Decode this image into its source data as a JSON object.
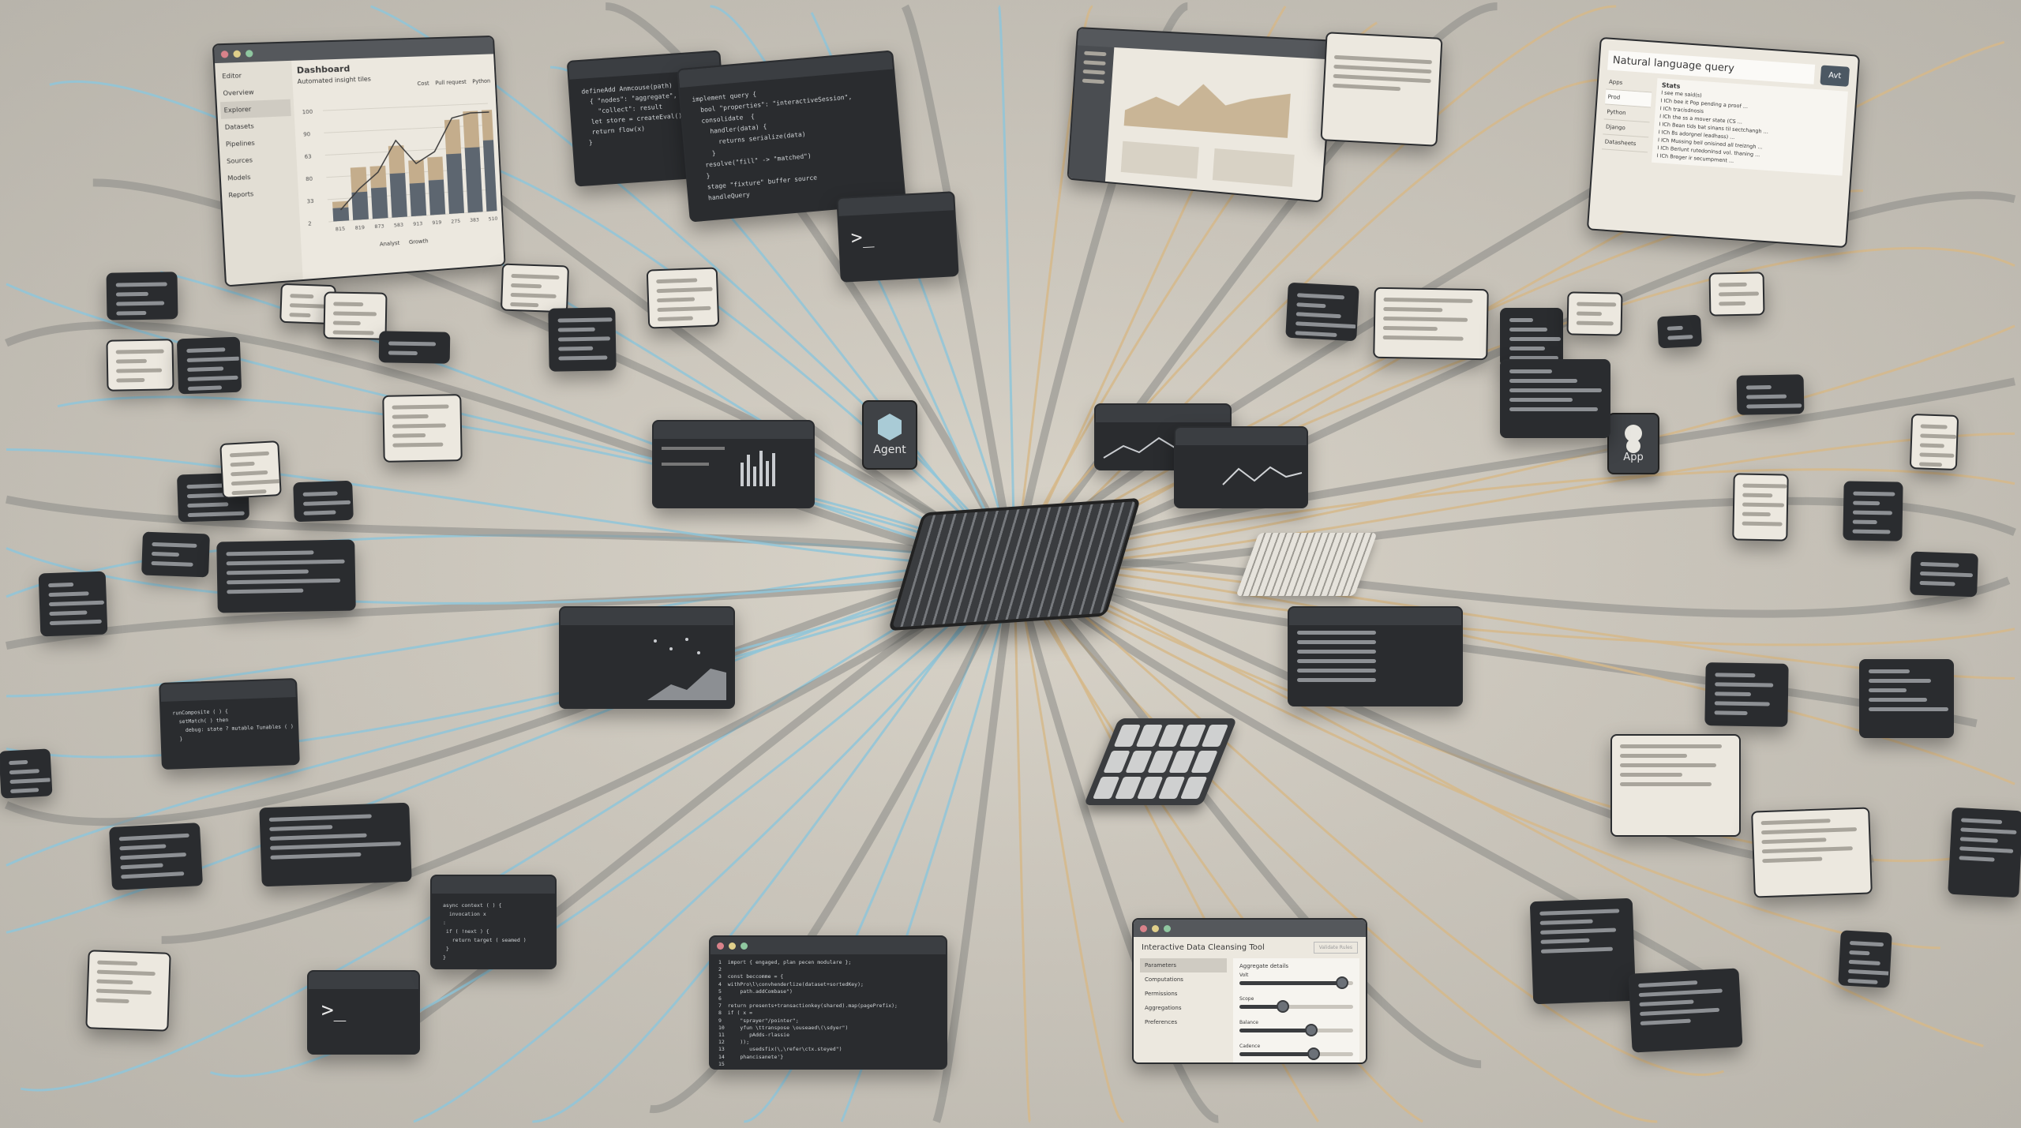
{
  "colors": {
    "flow_left": "#8fc6d9",
    "flow_right": "#d6b98a",
    "trunk": "#8a8a86",
    "chip": "#3a3c3f"
  },
  "dashboard": {
    "title": "Dashboard",
    "subtitle": "Automated insight tiles",
    "sidebar": [
      "Editor",
      "Overview",
      "Explorer",
      "Datasets",
      "Pipelines",
      "Sources",
      "Models",
      "Reports"
    ],
    "legend_top": [
      "Cost",
      "Pull request",
      "Python"
    ],
    "legend_bottom": [
      "Analyst",
      "Growth"
    ],
    "y_ticks": [
      "2",
      "33",
      "80",
      "63",
      "90",
      "100"
    ],
    "x_ticks": [
      "815",
      "819",
      "873",
      "583",
      "913",
      "919",
      "275",
      "383",
      "510"
    ],
    "bars_dark": [
      12,
      25,
      28,
      40,
      30,
      32,
      55,
      60,
      66
    ],
    "bars_light": [
      8,
      32,
      28,
      36,
      30,
      30,
      45,
      48,
      40
    ],
    "line": [
      10,
      28,
      42,
      70,
      48,
      58,
      88,
      92,
      92
    ]
  },
  "agent": {
    "label": "Agent",
    "icon": "hexagon-icon"
  },
  "app": {
    "label": "App",
    "icon": "user-icon"
  },
  "nl_query": {
    "input": "Natural language query",
    "button": "Avt",
    "sidebar": [
      "Apps",
      "Prod",
      "Python",
      "Django",
      "Datasheets"
    ],
    "panel_title": "Stats",
    "rows": [
      "I see me said(s)",
      "I ICh bee it Pop pending a proof ...",
      "I ICh tracisdnosis",
      "I ICh the ss a mover state (CS ...",
      "I ICh Bean tids bat sinans til sectchangh ...",
      "I ICh Bs adorgnel leadhass) ...",
      "I ICh Mussing beil onisined all treizngh ...",
      "I ICh Berlunt rutedoninsd vol. thaning ...",
      "I ICh Breger ir secumpment ..."
    ]
  },
  "cleansing": {
    "title": "Interactive Data Cleansing Tool",
    "action": "Validate Rules",
    "sidebar": [
      "Parameters",
      "Computations",
      "Permissions",
      "Aggregations",
      "Preferences"
    ],
    "panel_title": "Aggregate details",
    "sliders": [
      {
        "label": "Volt",
        "value": 0.9
      },
      {
        "label": "Scope",
        "value": 0.38
      },
      {
        "label": "Balance",
        "value": 0.63
      },
      {
        "label": "Cadence",
        "value": 0.65
      }
    ]
  },
  "terminal": {
    "prompt": ">_"
  },
  "code_main": [
    "1  import { engaged, plan pecen modulare };",
    "2",
    "3  const beccomme = {",
    "4  withPro\\l\\convhenderlize(dataset+sortedKey);",
    "5      path.addCombase\")",
    "6",
    "7  return presents+transactionkey(shared).map(pagePrefix);",
    "8  if ( x =",
    "9      \"sprayer\"/pointer\";",
    "10     yfun \\ttranspose \\ouseaed\\(\\sdyer\")",
    "11        pAdds-rlassie",
    "12     ));",
    "13        usedsfix(\\,\\refer\\ctx.steyed\")",
    "14     phancisanete'}",
    "15"
  ],
  "code_top": [
    "defineAdd Anmcouse(path)",
    "  { \"nodes\": \"aggregate\",",
    "    \"collect\": result",
    "  let store = createEval()",
    "  return flow(x)",
    " }"
  ],
  "code_top2": [
    "implement query {",
    "  bool \"properties\": \"interactiveSession\",",
    "  consolidate  {",
    "    handler(data) {",
    "      returns serialize(data)",
    "    }",
    "  resolve(\"fill\" -> \"matched\")",
    "  }",
    "  stage \"fixture\" buffer source",
    "  handleQuery"
  ],
  "code_left": [
    "runComposite ( ) {",
    "  setMatch( ) then",
    "    debug: state ? mutable Tunables ( ) }",
    "  }"
  ],
  "code_mid": [
    "async context ( ) {",
    "  invocation x",
    ":",
    " if ( !next ) {",
    "   return target ( seamed )",
    " }",
    "}"
  ]
}
